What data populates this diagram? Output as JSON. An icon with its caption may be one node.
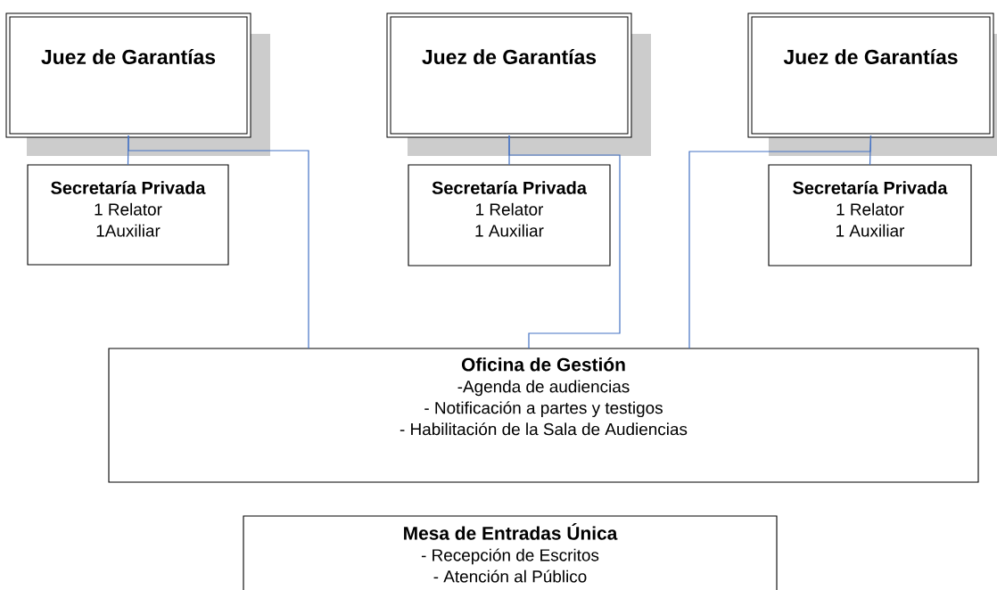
{
  "diagram": {
    "nodes": [
      {
        "text": [
          "Juez de Garantías"
        ]
      },
      {
        "text": [
          "Secretaría Privada",
          "1 Relator",
          "1Auxiliar"
        ]
      },
      {
        "text": [
          "Juez de Garantías"
        ]
      },
      {
        "text": [
          "Secretaría Privada",
          "1 Relator",
          "1 Auxiliar"
        ]
      },
      {
        "text": [
          "Juez de Garantías"
        ]
      },
      {
        "text": [
          "Secretaría Privada",
          "1 Relator",
          "1 Auxiliar"
        ]
      },
      {
        "text": [
          "Oficina de Gestión",
          "-Agenda de audiencias",
          "- Notificación a partes y testigos",
          "- Habilitación de la Sala de Audiencias"
        ]
      },
      {
        "text": [
          "Mesa de Entradas Única",
          "- Recepción de Escritos",
          "- Atención al Público"
        ]
      }
    ],
    "edges": [
      {
        "from": 0,
        "to": 1,
        "arrow": "none"
      },
      {
        "from": 0,
        "to": 6,
        "arrow": "none"
      },
      {
        "from": 2,
        "to": 3,
        "arrow": "none"
      },
      {
        "from": 2,
        "to": 6,
        "arrow": "none"
      },
      {
        "from": 4,
        "to": 5,
        "arrow": "none"
      },
      {
        "from": 4,
        "to": 6,
        "arrow": "none"
      }
    ]
  }
}
